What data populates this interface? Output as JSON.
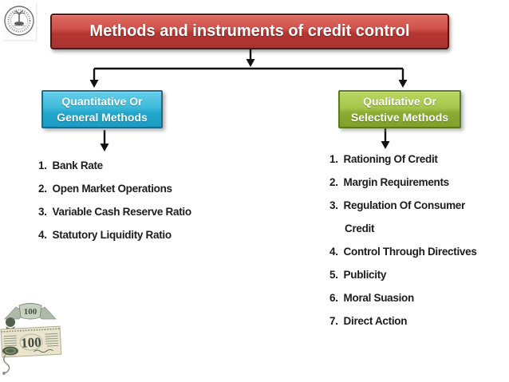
{
  "title": {
    "text": "Methods and instruments of credit control",
    "bg_top": "#dd6b61",
    "bg_bottom": "#a93230",
    "border_color": "#571310",
    "text_color": "#ffffff"
  },
  "branches": {
    "quantitative": {
      "label_line1": "Quantitative Or",
      "label_line2": "General Methods",
      "bg_top": "#63cdea",
      "bg_bottom": "#1d9cc4",
      "border_color": "#256782",
      "lines": [
        "1.  Bank Rate",
        "2.  Open Market Operations",
        "3.  Variable Cash Reserve Ratio",
        "4.  Statutory Liquidity Ratio"
      ]
    },
    "qualitative": {
      "label_line1": "Qualitative Or",
      "label_line2": "Selective Methods",
      "bg_top": "#bad55f",
      "bg_bottom": "#7fa02c",
      "border_color": "#5d7a22",
      "lines": [
        "1.  Rationing Of Credit",
        "2.  Margin Requirements",
        "3.  Regulation Of Consumer",
        "Credit",
        "4.  Control Through Directives",
        "5.  Publicity",
        "6.  Moral Suasion",
        "7.  Direct Action"
      ]
    }
  },
  "note_graphic": {
    "crest_value": "100",
    "note_value": "100"
  },
  "icons": {
    "logo": "rbi-seal",
    "note": "hundred-rupee-note"
  },
  "connector_color": "#111111"
}
